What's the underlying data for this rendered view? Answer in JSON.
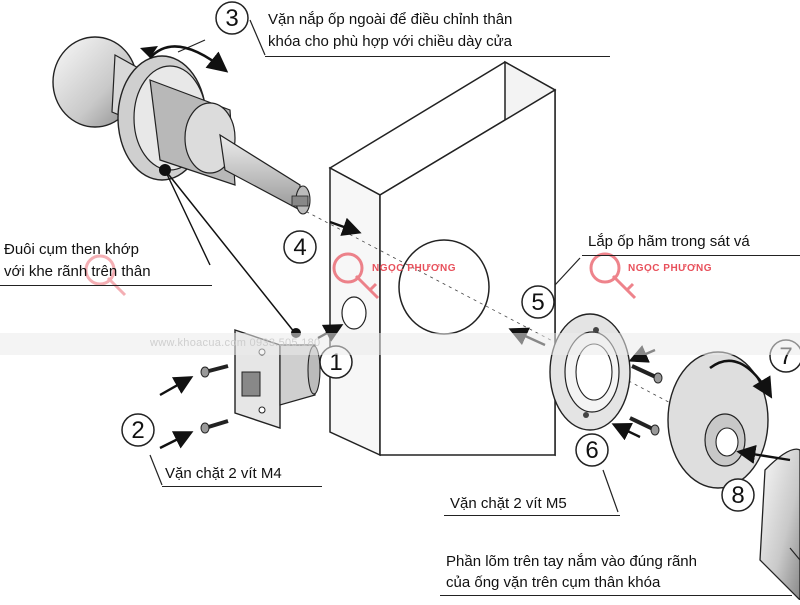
{
  "steps": [
    {
      "num": "1"
    },
    {
      "num": "2"
    },
    {
      "num": "3"
    },
    {
      "num": "4"
    },
    {
      "num": "5"
    },
    {
      "num": "6"
    },
    {
      "num": "7"
    },
    {
      "num": "8"
    }
  ],
  "notes": {
    "step3_line1": "Vặn nắp ốp ngoài để điều chỉnh thân",
    "step3_line2": "khóa cho phù hợp với chiều dày cửa",
    "tail_line1": "Đuôi cụm then khớp",
    "tail_line2": "với khe rãnh trên thân",
    "step5": "Lắp ốp hãm trong sát vá",
    "step2": "Vặn chặt 2 vít M4",
    "step6": "Vặn chặt 2 vít M5",
    "step8_line1": "Phần lõm trên tay nắm vào đúng rãnh",
    "step8_line2": "của ống vặn trên cụm thân khóa"
  },
  "watermark": {
    "brand": "NGỌC PHƯƠNG",
    "contact": "www.khoacua.com 0933.505.180"
  },
  "colors": {
    "line": "#222222",
    "brand_red": "#e8505b"
  }
}
